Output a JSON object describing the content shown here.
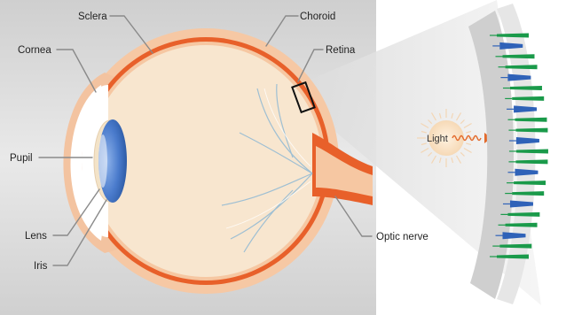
{
  "labels": {
    "sclera": "Sclera",
    "choroid": "Choroid",
    "cornea": "Cornea",
    "retina": "Retina",
    "pupil": "Pupil",
    "lens": "Lens",
    "iris": "Iris",
    "optic_nerve": "Optic nerve",
    "light": "Light"
  },
  "colors": {
    "sclera": "#f6c8a4",
    "choroid": "#e8602a",
    "eyeball": "#f8e6cf",
    "iris": "#3d6fc0",
    "rod": "#1a9a4a",
    "cone": "#2f62b8",
    "light_arrow": "#e36a2c",
    "vessel": "#9ebfd3"
  },
  "retina_cells": [
    "rod",
    "cone",
    "rod",
    "rod",
    "cone",
    "rod",
    "rod",
    "cone",
    "rod",
    "rod",
    "cone",
    "rod",
    "rod",
    "cone",
    "rod",
    "rod",
    "cone",
    "rod",
    "rod",
    "cone",
    "rod",
    "rod"
  ]
}
